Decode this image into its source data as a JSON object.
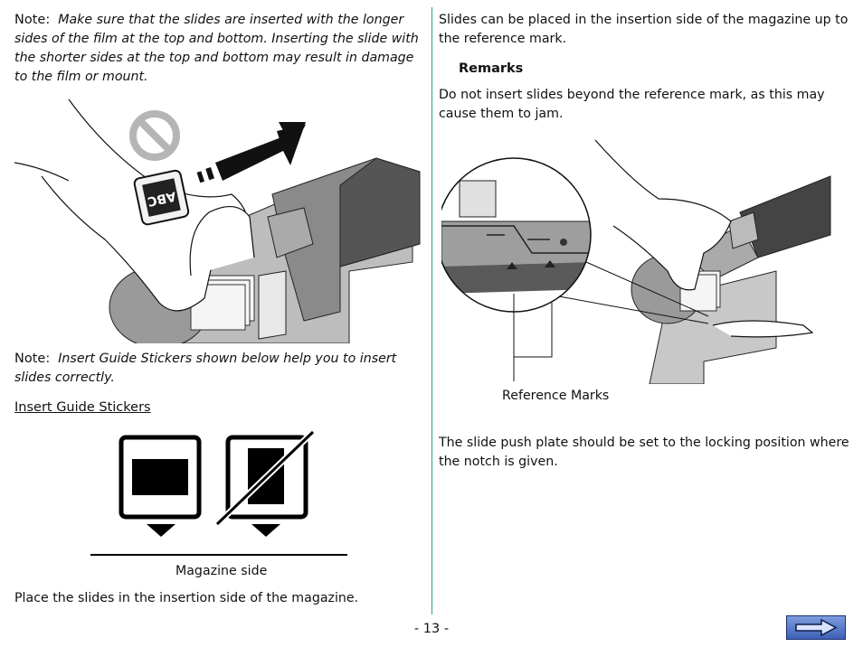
{
  "left": {
    "note1": {
      "label": "Note:",
      "text": "Make sure that the slides are inserted with the longer sides of the film at the top and bottom.  Inserting the slide with the shorter sides at the top and bottom may result in damage to the film or mount."
    },
    "figure1": {
      "slide_text": "ABC"
    },
    "note2": {
      "label": "Note:",
      "text": "Insert Guide Stickers shown below help you to insert slides correctly."
    },
    "heading": "Insert Guide Stickers",
    "magazine_label": "Magazine side",
    "bottom_text": "Place the slides in the insertion side of the magazine."
  },
  "right": {
    "para1": "Slides can be placed in the insertion side of the magazine up to the reference mark.",
    "remarks_heading": "Remarks",
    "remarks_text": "Do not insert slides beyond the reference mark, as this may cause them to jam.",
    "reference_label": "Reference Marks",
    "para2": "The slide push plate should be set to the locking position where the notch is given."
  },
  "page_number": "- 13 -",
  "colors": {
    "divider": "#2aa868",
    "next_button": "#4a6cc4"
  },
  "icons": {
    "next": "next-arrow-icon",
    "prohibited": "prohibited-icon"
  }
}
